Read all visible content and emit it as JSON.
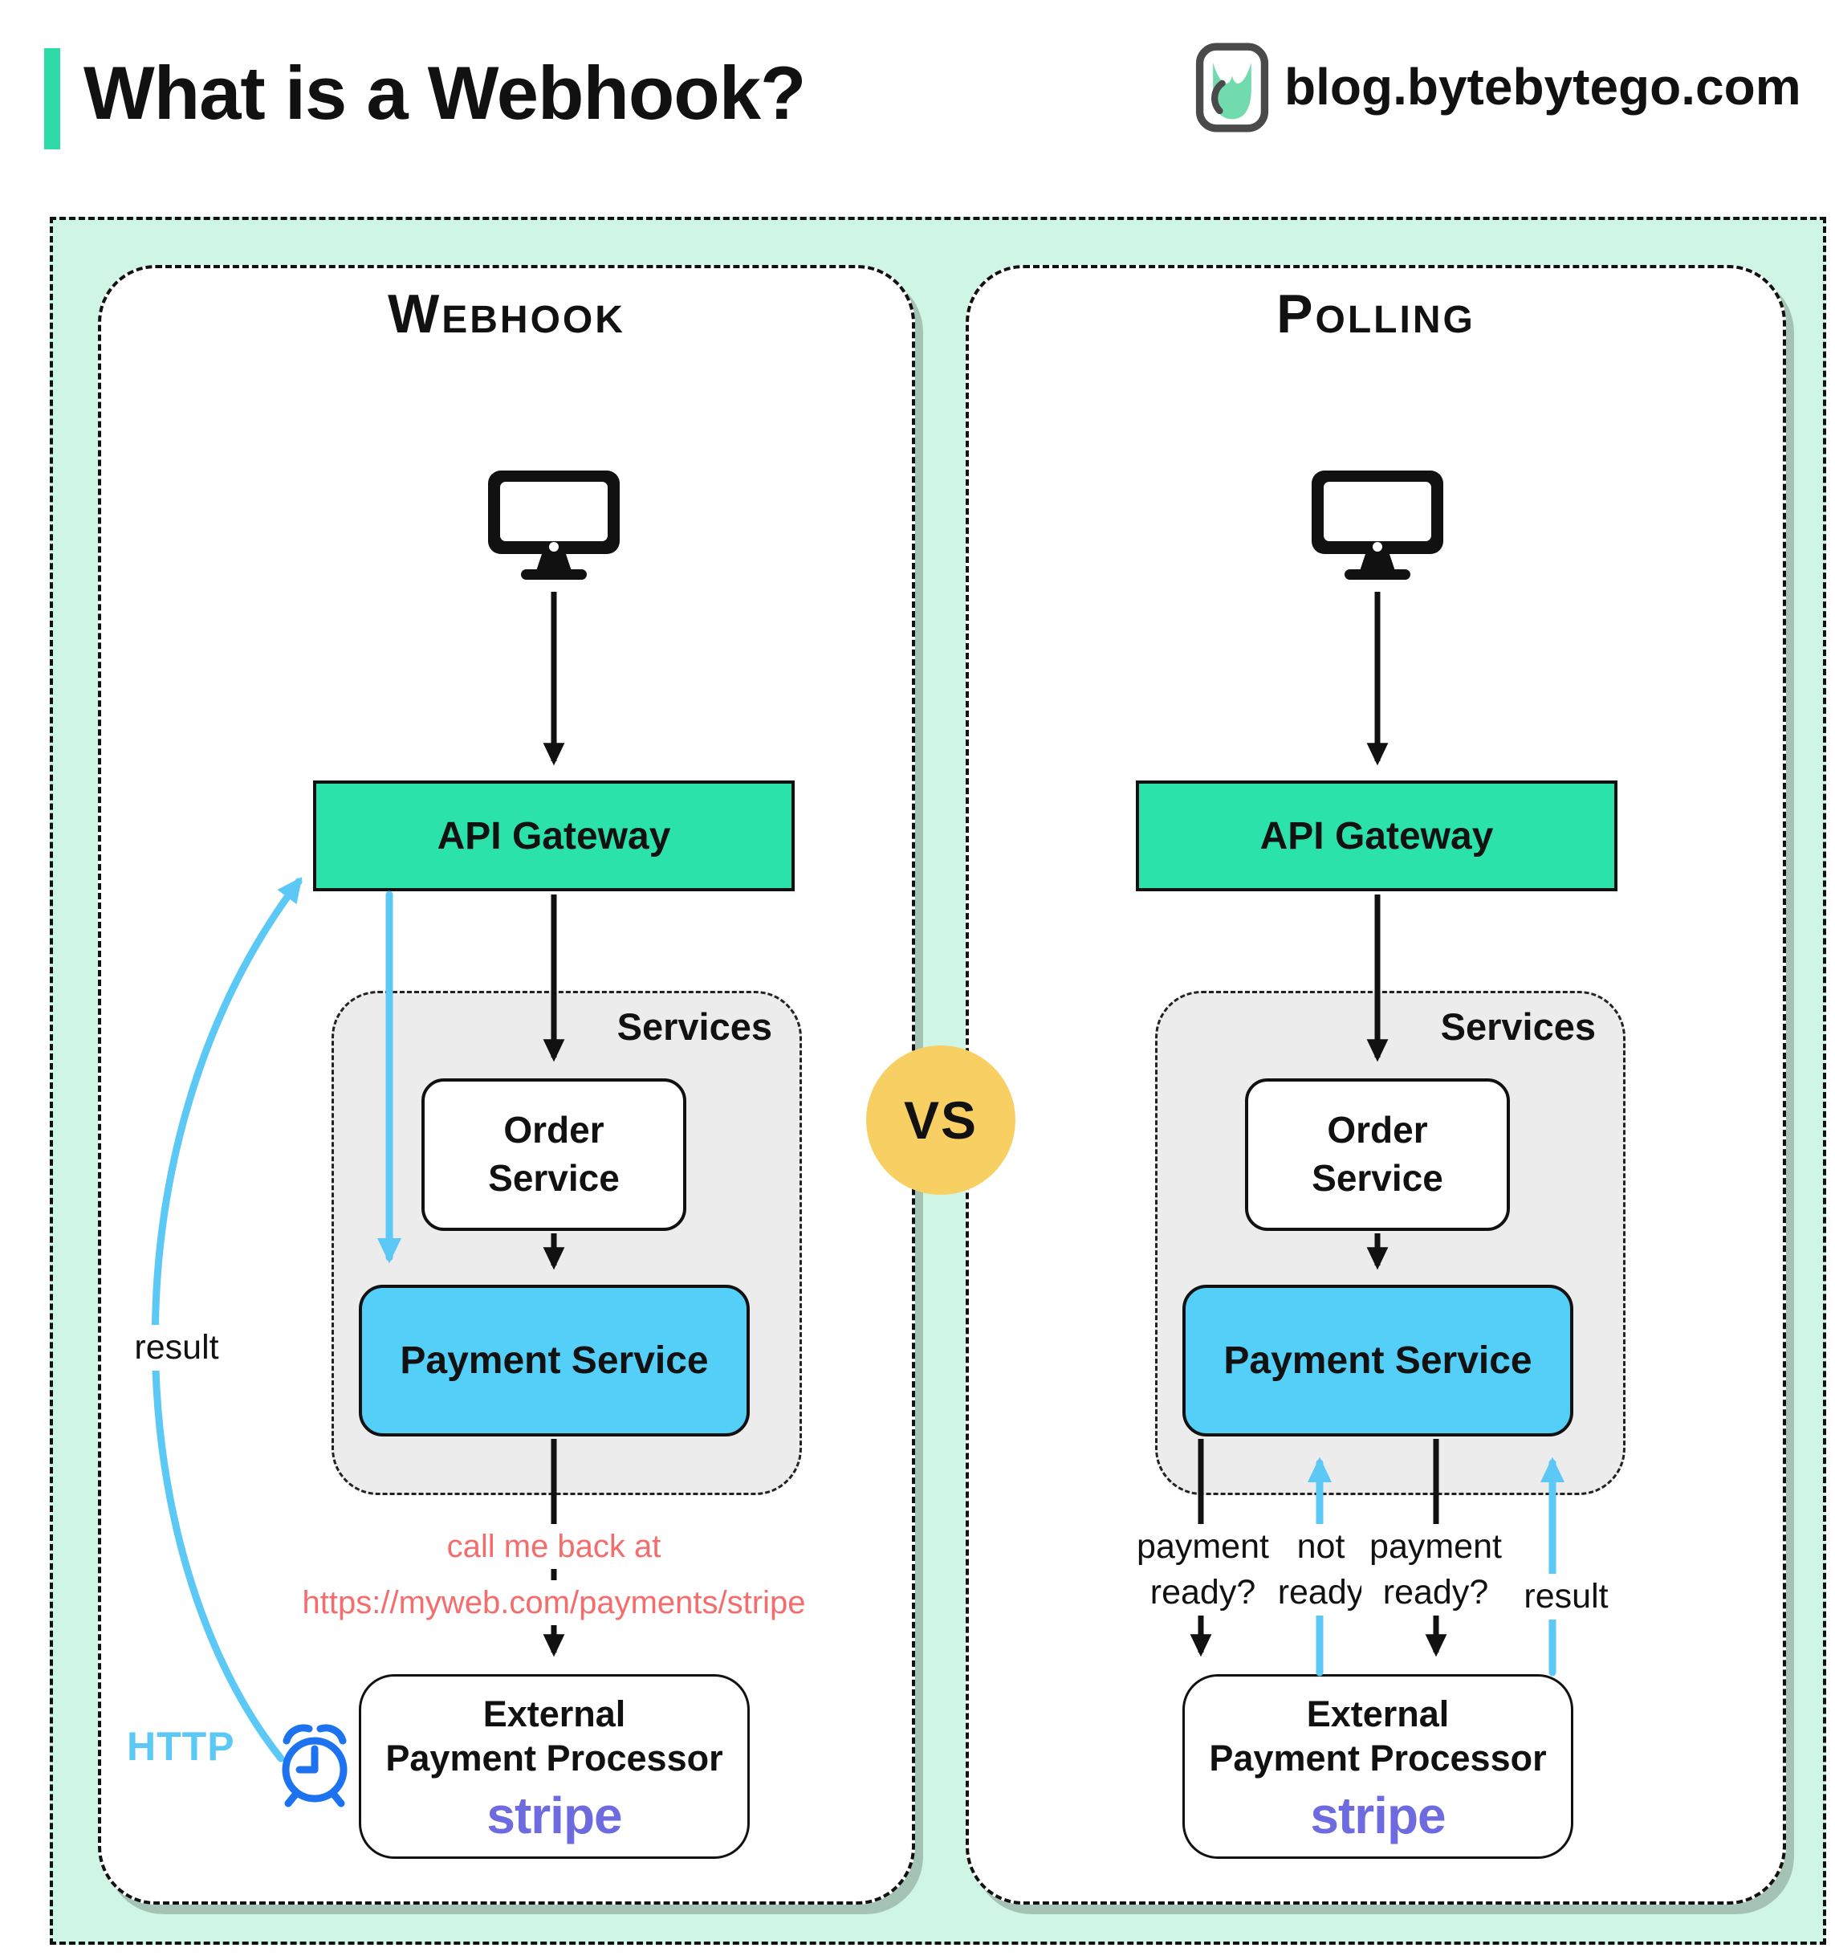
{
  "header": {
    "title": "What is a Webhook?",
    "site": "blog.bytebytego.com"
  },
  "vs": {
    "label": "VS"
  },
  "colors": {
    "accent": "#2EDBA8",
    "mint_bg": "#CFF6E4",
    "ink": "#111111",
    "gateway_green": "#2BE2AB",
    "service_blue": "#53CFF8",
    "services_gray": "#ECECEC",
    "vs_yellow": "#F8CF63",
    "stripe_purple": "#6E6BE0",
    "callback_red": "#F56C6C",
    "arrow_blue": "#5BC8F5",
    "clock_blue": "#1D72EF",
    "panel_shadow": "#A5C3B4",
    "logo_green": "#72DBAD"
  },
  "webhook": {
    "title": "Webhook",
    "api_gateway": "API Gateway",
    "services_label": "Services",
    "order_service": "Order Service",
    "payment_service": "Payment Service",
    "external_line1": "External",
    "external_line2": "Payment Processor",
    "stripe_logo": "stripe",
    "callback_line1": "call me back at",
    "callback_line2": "https://myweb.com/payments/stripe",
    "result_label": "result",
    "http_label": "HTTP"
  },
  "polling": {
    "title": "Polling",
    "api_gateway": "API Gateway",
    "services_label": "Services",
    "order_service": "Order Service",
    "payment_service": "Payment Service",
    "external_line1": "External",
    "external_line2": "Payment Processor",
    "stripe_logo": "stripe",
    "labels": {
      "payment_ready_1": "payment ready?",
      "not_ready": "not ready",
      "payment_ready_2": "payment ready?",
      "result": "result"
    }
  }
}
